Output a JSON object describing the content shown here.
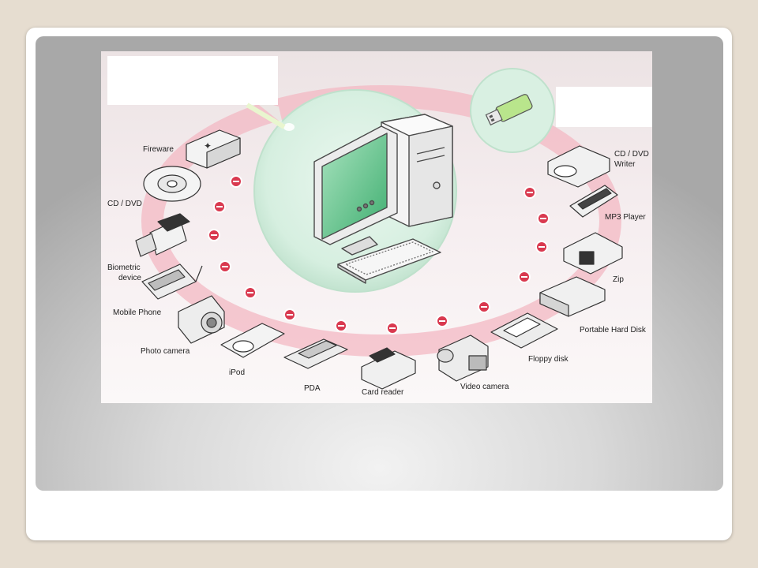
{
  "diagram": {
    "devices": {
      "fireware": "Fireware",
      "cd_dvd": "CD / DVD",
      "biometric": [
        "Biometric",
        "device"
      ],
      "mobile_phone": "Mobile Phone",
      "photo_camera": "Photo camera",
      "ipod": "iPod",
      "pda": "PDA",
      "card_reader": "Card reader",
      "video_camera": "Video camera",
      "floppy_disk": "Floppy disk",
      "portable_hard_disk": "Portable Hard Disk",
      "zip": "Zip",
      "mp3_player": "MP3 Player",
      "cd_dvd_writer": [
        "CD / DVD",
        "Writer"
      ]
    }
  },
  "colors": {
    "ring": "#f3b8c3",
    "block_icon": "#d9394f",
    "bubble": "#d6efe0",
    "screen": "#5cbf86",
    "usb_tip": "#8fd14f"
  }
}
